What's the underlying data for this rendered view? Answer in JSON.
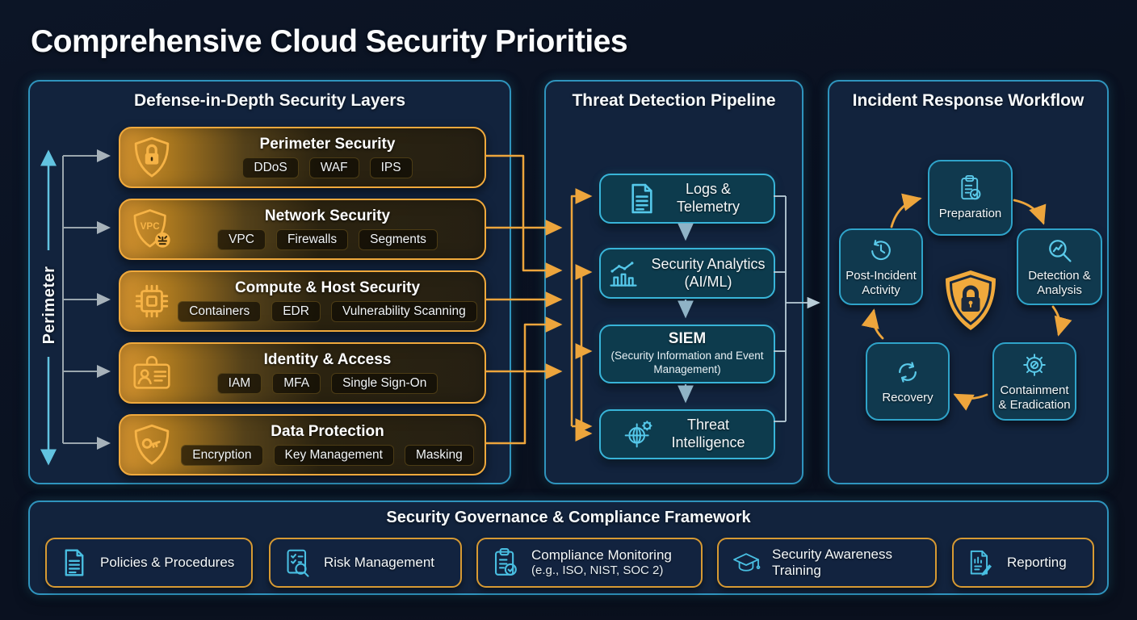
{
  "title": "Comprehensive Cloud Security Priorities",
  "colors": {
    "accent_orange": "#eda53c",
    "accent_cyan": "#45c0e4",
    "panel_border": "#2f94bd",
    "gray_arrow": "#a7b2ba"
  },
  "defense": {
    "title": "Defense-in-Depth Security Layers",
    "axis_label": "Perimeter",
    "layers": [
      {
        "title": "Perimeter Security",
        "icon": "shield-lock",
        "tags": [
          "DDoS",
          "WAF",
          "IPS"
        ]
      },
      {
        "title": "Network Security",
        "icon": "shield-vpc",
        "tags": [
          "VPC",
          "Firewalls",
          "Segments"
        ]
      },
      {
        "title": "Compute & Host Security",
        "icon": "chip",
        "tags": [
          "Containers",
          "EDR",
          "Vulnerability Scanning"
        ]
      },
      {
        "title": "Identity & Access",
        "icon": "id-card",
        "tags": [
          "IAM",
          "MFA",
          "Single Sign-On"
        ]
      },
      {
        "title": "Data Protection",
        "icon": "shield-key",
        "tags": [
          "Encryption",
          "Key Management",
          "Masking"
        ]
      }
    ]
  },
  "pipeline": {
    "title": "Threat Detection Pipeline",
    "stages": [
      {
        "title": "Logs & Telemetry",
        "icon": "document"
      },
      {
        "title": "Security Analytics (AI/ML)",
        "icon": "analytics"
      },
      {
        "title": "SIEM",
        "subtitle": "(Security Information and Event Management)"
      },
      {
        "title": "Threat Intelligence",
        "icon": "globe-gear"
      }
    ]
  },
  "incident": {
    "title": "Incident Response Workflow",
    "center_icon": "shield-lock-badge",
    "steps": [
      {
        "label": "Preparation",
        "icon": "clipboard-check"
      },
      {
        "label": "Detection & Analysis",
        "icon": "magnifier-chart"
      },
      {
        "label": "Containment & Eradication",
        "icon": "gear"
      },
      {
        "label": "Recovery",
        "icon": "refresh"
      },
      {
        "label": "Post-Incident Activity",
        "icon": "history-clock"
      }
    ]
  },
  "governance": {
    "title": "Security Governance & Compliance Framework",
    "items": [
      {
        "label": "Policies & Procedures",
        "icon": "document"
      },
      {
        "label": "Risk Management",
        "icon": "checklist-magnifier"
      },
      {
        "label": "Compliance Monitoring",
        "sublabel": "(e.g., ISO, NIST, SOC 2)",
        "icon": "clipboard-check"
      },
      {
        "label": "Security Awareness Training",
        "icon": "graduation-cap"
      },
      {
        "label": "Reporting",
        "icon": "doc-pen"
      }
    ]
  }
}
